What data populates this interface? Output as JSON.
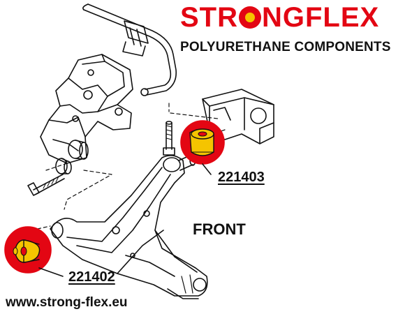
{
  "brand": {
    "name_before_o": "STR",
    "name_after_o": "NGFLEX",
    "tagline": "POLYURETHANE COMPONENTS",
    "logo_icon": "bushing-ring-icon",
    "colors": {
      "red": "#e30613",
      "yellow": "#f5c400"
    }
  },
  "labels": {
    "part_upper": "221403",
    "part_lower": "221402",
    "direction": "FRONT",
    "website": "www.strong-flex.eu"
  },
  "colors": {
    "line": "#111111",
    "highlight_red": "#e30613",
    "highlight_yellow": "#f5c400",
    "paper": "#ffffff"
  }
}
